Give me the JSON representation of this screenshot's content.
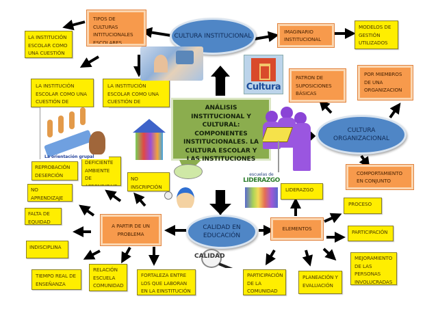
{
  "title": "Análisis institucional y cultural: componentes institucionales. La cultura escolar y las instituciones",
  "colors": {
    "yellow_box": "#ffee00",
    "orange_box": "#f79a4c",
    "ellipse": "#4f86c6",
    "callout": "#8bad4e",
    "arrow": "#000000"
  },
  "center_callout": "ANÁLISIS INSTITUCIONAL Y CULTURAL: COMPONENTES INSTITUCIONALES. LA CULTURA ESCOLAR Y LAS INSTITUCIONES",
  "ellipses": {
    "cultura_institucional": "CULTURA INSTITUCIONAL",
    "cultura_organizacional": "CULTURA ORGANIZACIONAL",
    "calidad_educacion": "CALIDAD EN EDUCACIÓN"
  },
  "institucional": {
    "tipos": "TIPOS DE CULTURAS INTITUCIONALES ESCOLARES",
    "cuestion": "LA INSTITUCIÓN ESCOLAR COMO UNA CUESTIÓN",
    "papeles": "LA INSTITUCIÓN ESCOLAR COMO UNA CUESTIÓN DE PAPELES",
    "concertacion": "LA INSTITUCIÓN ESCOLAR COMO UNA CUESTIÓN DE CONCERTACIÓN",
    "imaginario": "IMAGINARIO INSTITUCIONAL",
    "modelos": "MODELOS DE GESTIÓN UTILIZADOS"
  },
  "organizacional": {
    "patron": "PATRON DE SUPOSICIONES BÁSICAS",
    "miembros": "POR MIEMBROS DE UNA ORGANIZACION",
    "comportamiento": "COMPORTAMIENTO EN CONJUNTO"
  },
  "problema": {
    "label": "A PARTIR DE UN PROBLEMA",
    "items": {
      "reprobacion": "REPROBACIÓN DESERCIÓN",
      "deficiente": "DEFICIENTE AMBIENTE DE APRENDIZAJE",
      "no_inscripcion": "NO INSCRIPCIÓN",
      "no_aprendizaje": "NO APRENDIZAJE",
      "falta_equidad": "FALTA DE EQUIDAD",
      "indisciplina": "INDISCIPLINA",
      "tiempo": "TIEMPO REAL DE ENSEÑANZA",
      "relacion": "RELACIÓN ESCUELA COMUNIDAD",
      "fortaleza": "FORTALEZA ENTRE LOS QUE LABORAN EN LA EINSTITUCIÓN"
    }
  },
  "elementos": {
    "label": "ELEMENTOS",
    "items": {
      "liderazgo": "LIDERAZGO",
      "proceso": "PROCESO",
      "participacion": "PARTICIPACIÓN",
      "mejoramiento": "MEJORAMIENTO DE LAS PERSONAS INVOLUCRADAS",
      "planeacion": "PLANEACIÓN Y EVALUACIÓN",
      "participacion_comunidad": "PARTICIPACIÓN DE LA COMUNIDAD"
    }
  },
  "images": {
    "cultura_logo_text": "Cultura",
    "escuelas_top": "escuelas de",
    "escuelas_main": "LIDERAZGO",
    "orientacion_caption": "La orientación grupal",
    "calidad_lens_text": "CALIDAD"
  }
}
